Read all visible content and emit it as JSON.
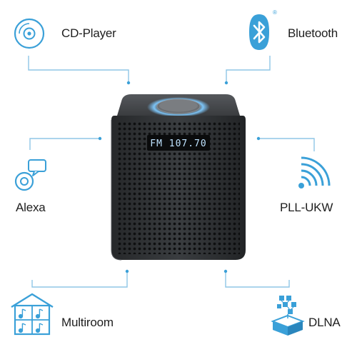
{
  "features": {
    "cd_player": {
      "label": "CD-Player",
      "icon": "cd-icon"
    },
    "bluetooth": {
      "label": "Bluetooth",
      "icon": "bluetooth-icon",
      "mark": "®"
    },
    "alexa": {
      "label": "Alexa",
      "icon": "alexa-speech-icon"
    },
    "pll_ukw": {
      "label": "PLL-UKW",
      "icon": "radio-waves-icon"
    },
    "multiroom": {
      "label": "Multiroom",
      "icon": "multiroom-house-icon"
    },
    "dlna": {
      "label": "DLNA",
      "icon": "dlna-network-icon"
    }
  },
  "speaker": {
    "display_text": "FM 107.70"
  },
  "colors": {
    "accent": "#3aa0d8",
    "line": "#8fc6e6",
    "body": "#2f3133",
    "text": "#1e1e1e",
    "display": "#bfe3ff"
  }
}
